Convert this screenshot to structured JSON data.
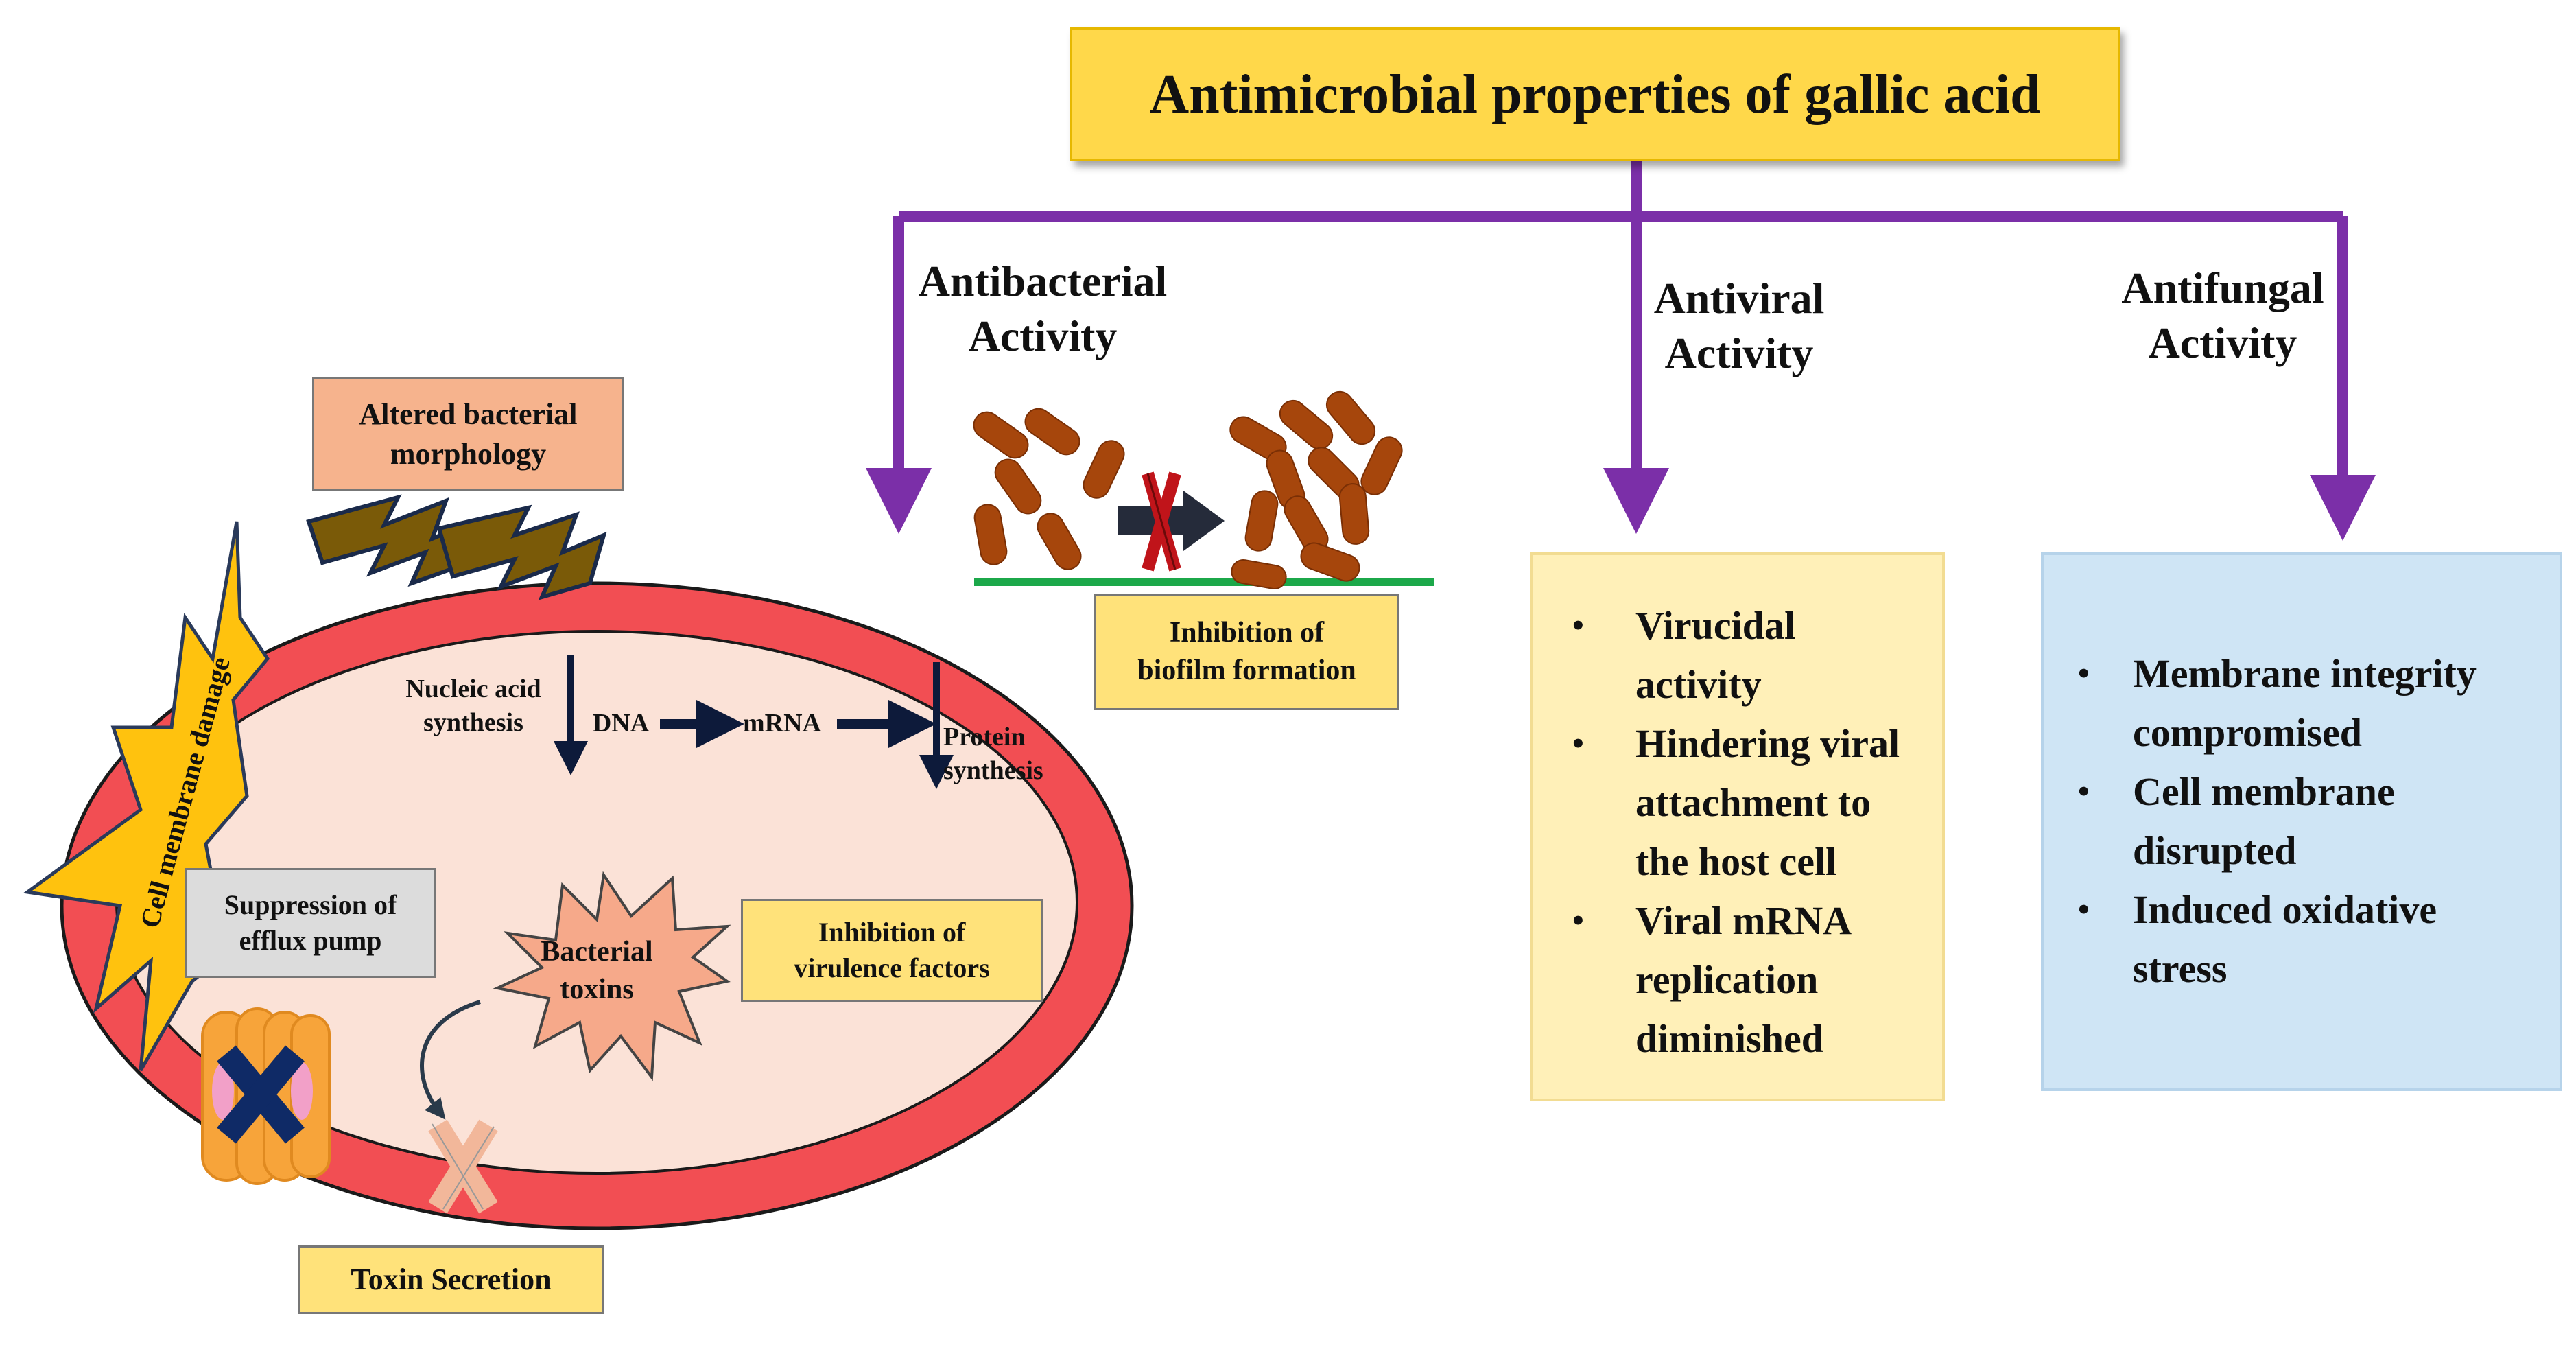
{
  "title": "Antimicrobial properties of gallic acid",
  "branches": {
    "antibacterial": [
      "Antibacterial",
      "Activity"
    ],
    "antiviral": [
      "Antiviral",
      "Activity"
    ],
    "antifungal": [
      "Antifungal",
      "Activity"
    ]
  },
  "cell": {
    "altered_morphology": [
      "Altered bacterial",
      "morphology"
    ],
    "membrane_damage": "Cell membrane damage",
    "nucleic_acid": [
      "Nucleic acid",
      "synthesis"
    ],
    "dna": "DNA",
    "mrna": "mRNA",
    "protein": [
      "Protein",
      "synthesis"
    ],
    "efflux": [
      "Suppression of",
      "efflux pump"
    ],
    "toxins": [
      "Bacterial",
      "toxins"
    ],
    "virulence": [
      "Inhibition of",
      "virulence factors"
    ],
    "toxin_secretion": "Toxin Secretion",
    "biofilm": [
      "Inhibition of",
      "biofilm formation"
    ]
  },
  "antiviral_items": [
    [
      "Virucidal",
      "activity"
    ],
    [
      "Hindering viral",
      "attachment to",
      "the host cell"
    ],
    [
      "Viral mRNA",
      "replication",
      "diminished"
    ]
  ],
  "antifungal_items": [
    [
      "Membrane integrity",
      "compromised"
    ],
    [
      "Cell membrane",
      "disrupted"
    ],
    [
      "Induced oxidative",
      "stress"
    ]
  ],
  "colors": {
    "purple": "#7b2fa8",
    "title_fill": "#ffd84a",
    "membrane": "#f24e53",
    "cytoplasm": "#fbe2d7",
    "bacteria": "#a6460c",
    "antiviral_panel": "#fff0b8",
    "antifungal_panel": "#cfe5f5",
    "salmon_box": "#f6b38d",
    "grey_box": "#dcdcdc",
    "yellow_box": "#ffe27a"
  }
}
